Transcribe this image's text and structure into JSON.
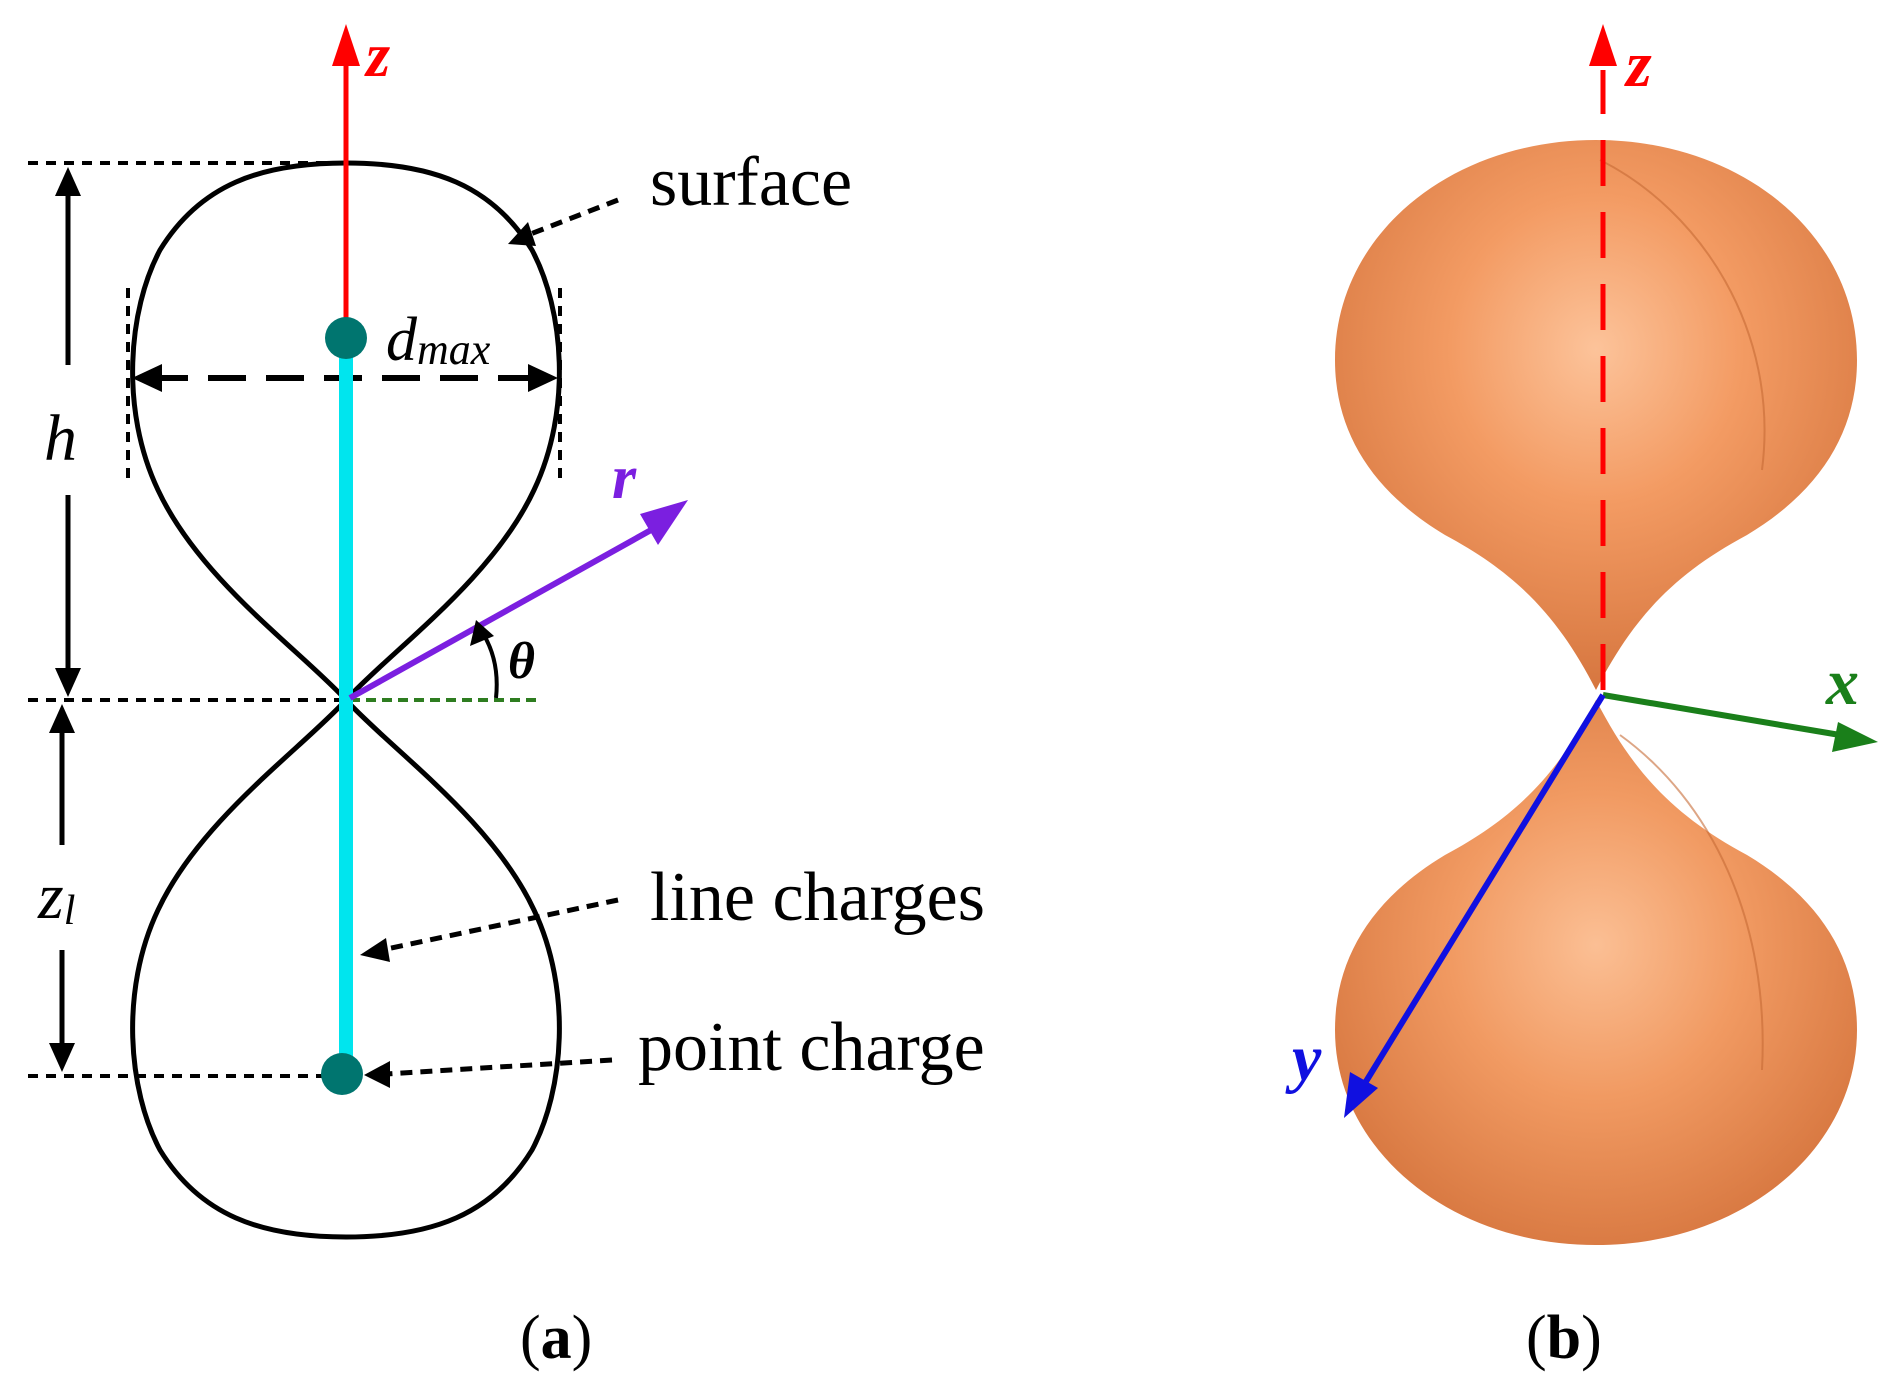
{
  "panel_a": {
    "axis_z_label": "z",
    "axis_r_label": "r",
    "angle_label": "θ",
    "dmax_label": "d",
    "dmax_sub": "max",
    "h_label": "h",
    "zl_label": "z",
    "zl_sub": "l",
    "surface_label": "surface",
    "line_charges_label": "line charges",
    "point_charge_label": "point charge",
    "caption_open": "(",
    "caption_letter": "a",
    "caption_close": ")"
  },
  "panel_b": {
    "axis_z_label": "z",
    "axis_x_label": "x",
    "axis_y_label": "y",
    "caption_open": "(",
    "caption_letter": "b",
    "caption_close": ")"
  },
  "colors": {
    "z_axis": "#ff0000",
    "r_axis": "#7b1fe0",
    "line_charge": "#00e5ee",
    "point_charge": "#00756f",
    "angle_ref": "#2e7d20",
    "x_axis": "#1a7f1a",
    "y_axis": "#1010e0",
    "surface_orange": "#f0915a"
  }
}
